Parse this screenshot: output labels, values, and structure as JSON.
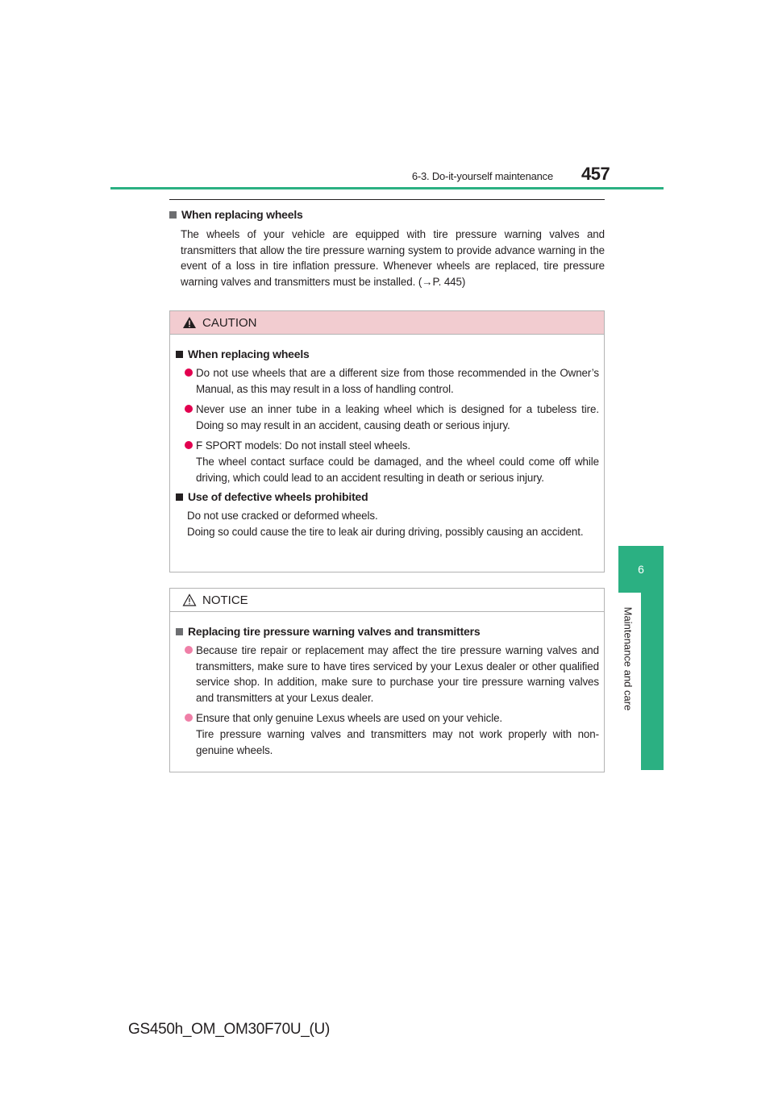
{
  "header": {
    "section_title": "6-3. Do-it-yourself maintenance",
    "page_number": "457"
  },
  "side_tab": {
    "chapter_number": "6",
    "chapter_title": "Maintenance and care"
  },
  "main": {
    "heading": "When replacing wheels",
    "body": "The wheels of your vehicle are equipped with tire pressure warning valves and transmitters that allow the tire pressure warning system to provide advance warning in the event of a loss in tire inflation pressure. Whenever wheels are replaced, tire pressure warning valves and transmitters must be installed. (→P. 445)"
  },
  "caution": {
    "title": "CAUTION",
    "heading1": "When replacing wheels",
    "bullet1": "Do not use wheels that are a different size from those recommended in the Owner’s Manual, as this may result in a loss of handling control.",
    "bullet2": "Never use an inner tube in a leaking wheel which is designed for a tubeless tire. Doing so may result in an accident, causing death or serious injury.",
    "bullet3_line1": "F SPORT models: Do not install steel wheels.",
    "bullet3_line2": "The wheel contact surface could be damaged, and the wheel could come off while driving, which could lead to an accident resulting in death or serious injury.",
    "heading2": "Use of defective wheels prohibited",
    "text2_line1": "Do not use cracked or deformed wheels.",
    "text2_line2": "Doing so could cause the tire to leak air during driving, possibly causing an accident."
  },
  "notice": {
    "title": "NOTICE",
    "heading": "Replacing tire pressure warning valves and transmitters",
    "bullet1": "Because tire repair or replacement may affect the tire pressure warning valves and transmitters, make sure to have tires serviced by your Lexus dealer or other qualified service shop. In addition, make sure to purchase your tire pressure warning valves and transmitters at your Lexus dealer.",
    "bullet2_line1": "Ensure that only genuine Lexus wheels are used on your vehicle.",
    "bullet2_line2": "Tire pressure warning valves and transmitters may not work properly with non-genuine wheels."
  },
  "footer": {
    "model_code": "GS450h_OM_OM30F70U_(U)"
  }
}
